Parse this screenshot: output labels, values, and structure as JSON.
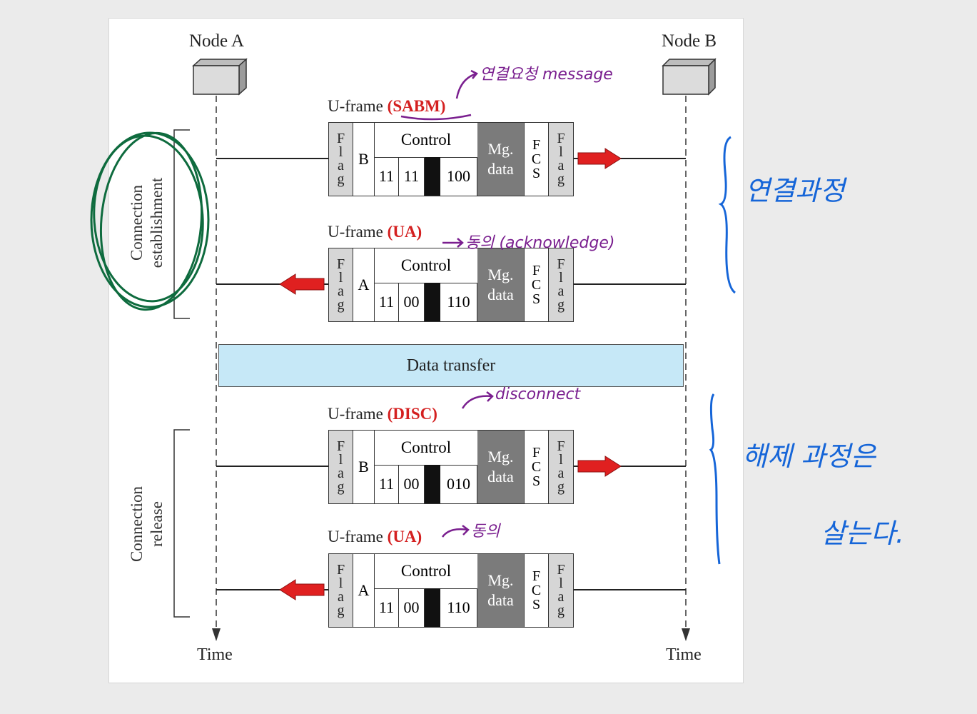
{
  "nodes": {
    "a": "Node A",
    "b": "Node B"
  },
  "time": {
    "a": "Time",
    "b": "Time"
  },
  "phases": {
    "establishment": [
      "Connection",
      "establishment"
    ],
    "release": [
      "Connection",
      "release"
    ]
  },
  "data_transfer": "Data transfer",
  "field_labels": {
    "flag": [
      "F",
      "l",
      "a",
      "g"
    ],
    "control": "Control",
    "mg": [
      "Mg.",
      "data"
    ],
    "fcs": [
      "F",
      "C",
      "S"
    ]
  },
  "frames": [
    {
      "prefix": "U-frame ",
      "name": "(SABM)",
      "address": "B",
      "bits": [
        "11",
        "11",
        "100"
      ],
      "direction": "right"
    },
    {
      "prefix": "U-frame ",
      "name": "(UA)",
      "address": "A",
      "bits": [
        "11",
        "00",
        "110"
      ],
      "direction": "left"
    },
    {
      "prefix": "U-frame ",
      "name": "(DISC)",
      "address": "B",
      "bits": [
        "11",
        "00",
        "010"
      ],
      "direction": "right"
    },
    {
      "prefix": "U-frame ",
      "name": "(UA)",
      "address": "A",
      "bits": [
        "11",
        "00",
        "110"
      ],
      "direction": "left"
    }
  ],
  "annotations": {
    "sabm": "연결요청 message",
    "ua1": "동의 (acknowledge)",
    "disc": "disconnect",
    "ua2": "동의",
    "establish_note": "연결과정",
    "release_note_1": "해제 과정은",
    "release_note_2": "살는다."
  },
  "colors": {
    "frame_keyword": "#d42020",
    "arrow": "#e02020",
    "data_transfer_fill": "#c6e8f7",
    "mg_fill": "#7b7b7b",
    "flag_fill": "#d6d6d6",
    "annotation_purple": "#7a1f8f",
    "annotation_blue": "#1565d8",
    "annotation_green": "#0e6b3e"
  }
}
